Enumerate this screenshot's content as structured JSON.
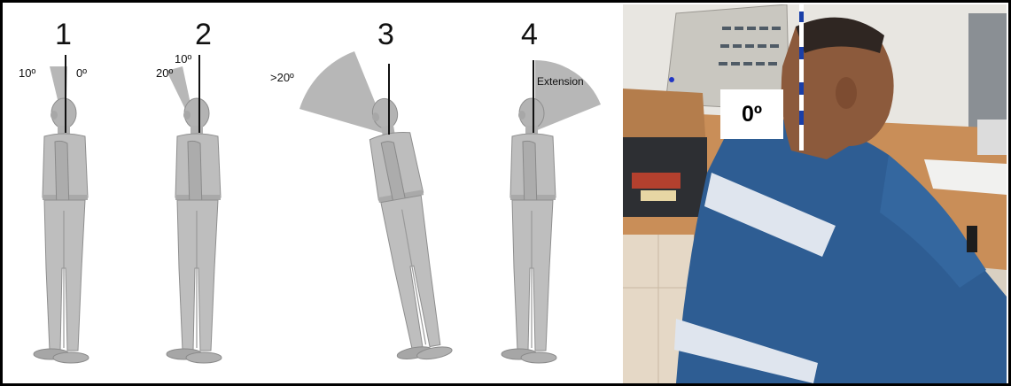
{
  "figures": [
    {
      "number": "1",
      "labels": [
        "10º",
        "0º"
      ]
    },
    {
      "number": "2",
      "labels": [
        "20º",
        "10º"
      ]
    },
    {
      "number": "3",
      "labels": [
        ">20º"
      ]
    },
    {
      "number": "4",
      "labels": [
        "Extension"
      ]
    }
  ],
  "photo": {
    "angle_label": "0º"
  },
  "colors": {
    "sector": "#aaaaaa",
    "figure_body": "#b9b9b9",
    "frame": "#000000",
    "jacket": "#2e5d93",
    "marker_line_blue": "#1a3fa8"
  }
}
